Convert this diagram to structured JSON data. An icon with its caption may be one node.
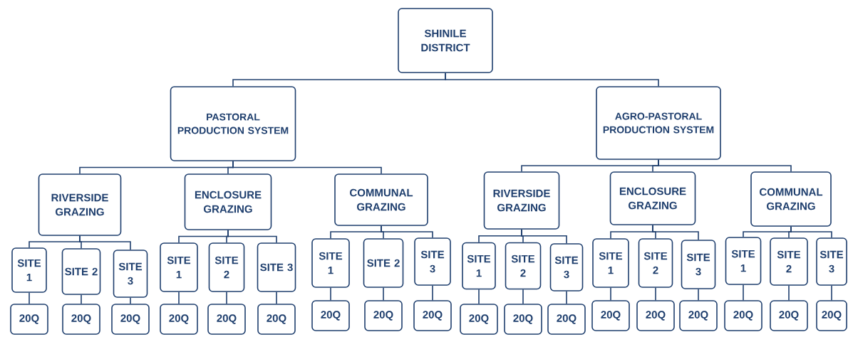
{
  "diagram": {
    "nodes": [
      {
        "text": [
          "SHINILE DISTRICT"
        ]
      },
      {
        "text": [
          "PASTORAL PRODUCTION SYSTEM"
        ]
      },
      {
        "text": [
          "AGRO-PASTORAL PRODUCTION SYSTEM"
        ]
      },
      {
        "text": [
          "RIVERSIDE GRAZING"
        ]
      },
      {
        "text": [
          "ENCLOSURE GRAZING"
        ]
      },
      {
        "text": [
          "COMMUNAL GRAZING"
        ]
      },
      {
        "text": [
          "RIVERSIDE GRAZING"
        ]
      },
      {
        "text": [
          "ENCLOSURE GRAZING"
        ]
      },
      {
        "text": [
          "COMMUNAL GRAZING"
        ]
      },
      {
        "text": [
          "SITE 1"
        ]
      },
      {
        "text": [
          "SITE 2"
        ]
      },
      {
        "text": [
          "SITE 3"
        ]
      },
      {
        "text": [
          "SITE 1"
        ]
      },
      {
        "text": [
          "SITE 2"
        ]
      },
      {
        "text": [
          "SITE 3"
        ]
      },
      {
        "text": [
          "SITE 1"
        ]
      },
      {
        "text": [
          "SITE 2"
        ]
      },
      {
        "text": [
          "SITE 3"
        ]
      },
      {
        "text": [
          "SITE 1"
        ]
      },
      {
        "text": [
          "SITE 2"
        ]
      },
      {
        "text": [
          "SITE 3"
        ]
      },
      {
        "text": [
          "SITE 1"
        ]
      },
      {
        "text": [
          "SITE 2"
        ]
      },
      {
        "text": [
          "SITE 3"
        ]
      },
      {
        "text": [
          "SITE 1"
        ]
      },
      {
        "text": [
          "SITE 2"
        ]
      },
      {
        "text": [
          "SITE 3"
        ]
      },
      {
        "text": [
          "20Q"
        ]
      },
      {
        "text": [
          "20Q"
        ]
      },
      {
        "text": [
          "20Q"
        ]
      },
      {
        "text": [
          "20Q"
        ]
      },
      {
        "text": [
          "20Q"
        ]
      },
      {
        "text": [
          "20Q"
        ]
      },
      {
        "text": [
          "20Q"
        ]
      },
      {
        "text": [
          "20Q"
        ]
      },
      {
        "text": [
          "20Q"
        ]
      },
      {
        "text": [
          "20Q"
        ]
      },
      {
        "text": [
          "20Q"
        ]
      },
      {
        "text": [
          "20Q"
        ]
      },
      {
        "text": [
          "20Q"
        ]
      },
      {
        "text": [
          "20Q"
        ]
      },
      {
        "text": [
          "20Q"
        ]
      },
      {
        "text": [
          "20Q"
        ]
      },
      {
        "text": [
          "20Q"
        ]
      },
      {
        "text": [
          "20Q"
        ]
      }
    ],
    "edges": [
      {
        "from": 0,
        "to": 1,
        "arrow": "none"
      },
      {
        "from": 0,
        "to": 2,
        "arrow": "none"
      },
      {
        "from": 1,
        "to": 3,
        "arrow": "none"
      },
      {
        "from": 1,
        "to": 4,
        "arrow": "none"
      },
      {
        "from": 1,
        "to": 5,
        "arrow": "none"
      },
      {
        "from": 2,
        "to": 6,
        "arrow": "none"
      },
      {
        "from": 2,
        "to": 7,
        "arrow": "none"
      },
      {
        "from": 2,
        "to": 8,
        "arrow": "none"
      },
      {
        "from": 3,
        "to": 9,
        "arrow": "none"
      },
      {
        "from": 3,
        "to": 10,
        "arrow": "none"
      },
      {
        "from": 3,
        "to": 11,
        "arrow": "none"
      },
      {
        "from": 4,
        "to": 12,
        "arrow": "none"
      },
      {
        "from": 4,
        "to": 13,
        "arrow": "none"
      },
      {
        "from": 4,
        "to": 14,
        "arrow": "none"
      },
      {
        "from": 5,
        "to": 15,
        "arrow": "none"
      },
      {
        "from": 5,
        "to": 16,
        "arrow": "none"
      },
      {
        "from": 5,
        "to": 17,
        "arrow": "none"
      },
      {
        "from": 6,
        "to": 18,
        "arrow": "none"
      },
      {
        "from": 6,
        "to": 19,
        "arrow": "none"
      },
      {
        "from": 6,
        "to": 20,
        "arrow": "none"
      },
      {
        "from": 7,
        "to": 21,
        "arrow": "none"
      },
      {
        "from": 7,
        "to": 22,
        "arrow": "none"
      },
      {
        "from": 7,
        "to": 23,
        "arrow": "none"
      },
      {
        "from": 8,
        "to": 24,
        "arrow": "none"
      },
      {
        "from": 8,
        "to": 25,
        "arrow": "none"
      },
      {
        "from": 8,
        "to": 26,
        "arrow": "none"
      },
      {
        "from": 9,
        "to": 27,
        "arrow": "none"
      },
      {
        "from": 10,
        "to": 28,
        "arrow": "none"
      },
      {
        "from": 11,
        "to": 29,
        "arrow": "none"
      },
      {
        "from": 12,
        "to": 30,
        "arrow": "none"
      },
      {
        "from": 13,
        "to": 31,
        "arrow": "none"
      },
      {
        "from": 14,
        "to": 32,
        "arrow": "none"
      },
      {
        "from": 15,
        "to": 33,
        "arrow": "none"
      },
      {
        "from": 16,
        "to": 34,
        "arrow": "none"
      },
      {
        "from": 17,
        "to": 35,
        "arrow": "none"
      },
      {
        "from": 18,
        "to": 36,
        "arrow": "none"
      },
      {
        "from": 19,
        "to": 37,
        "arrow": "none"
      },
      {
        "from": 20,
        "to": 38,
        "arrow": "none"
      },
      {
        "from": 21,
        "to": 39,
        "arrow": "none"
      },
      {
        "from": 22,
        "to": 40,
        "arrow": "none"
      },
      {
        "from": 23,
        "to": 41,
        "arrow": "none"
      },
      {
        "from": 24,
        "to": 42,
        "arrow": "none"
      },
      {
        "from": 25,
        "to": 43,
        "arrow": "none"
      },
      {
        "from": 26,
        "to": 44,
        "arrow": "none"
      }
    ]
  }
}
